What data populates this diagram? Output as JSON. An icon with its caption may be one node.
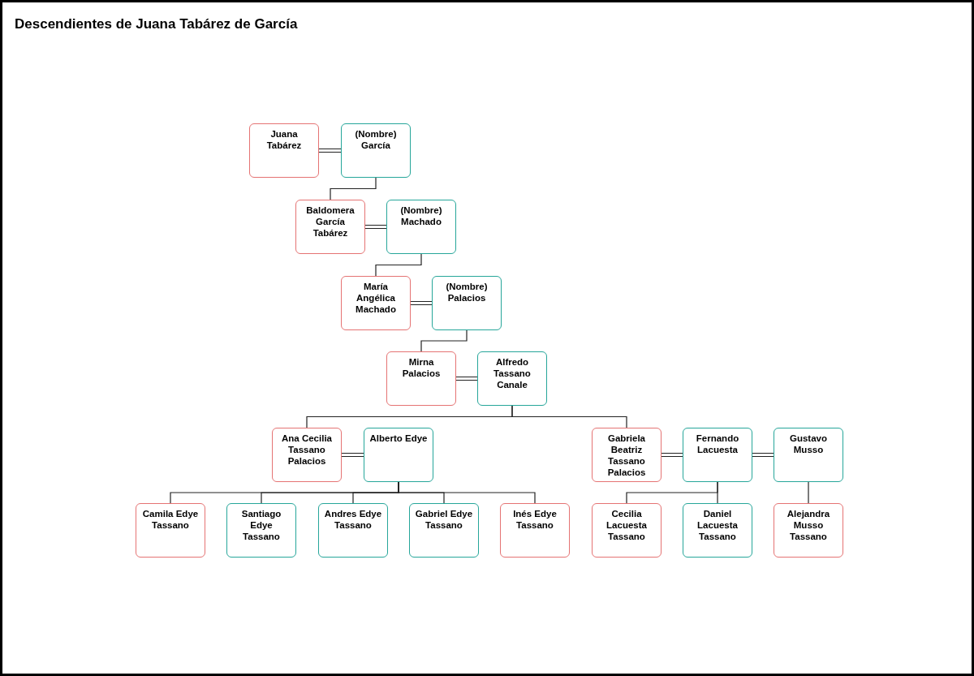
{
  "diagram": {
    "title": "Descendientes de Juana Tabárez de García",
    "nodes": [
      {
        "text": [
          "Juana Tabárez"
        ]
      },
      {
        "text": [
          "(Nombre) García"
        ]
      },
      {
        "text": [
          "Baldomera García Tabárez"
        ]
      },
      {
        "text": [
          "(Nombre) Machado"
        ]
      },
      {
        "text": [
          "María Angélica Machado"
        ]
      },
      {
        "text": [
          "(Nombre) Palacios"
        ]
      },
      {
        "text": [
          "Mirna Palacios"
        ]
      },
      {
        "text": [
          "Alfredo Tassano Canale"
        ]
      },
      {
        "text": [
          "Ana Cecilia Tassano Palacios"
        ]
      },
      {
        "text": [
          "Alberto Edye"
        ]
      },
      {
        "text": [
          "Gabriela Beatriz Tassano Palacios"
        ]
      },
      {
        "text": [
          "Fernando Lacuesta"
        ]
      },
      {
        "text": [
          "Gustavo Musso"
        ]
      },
      {
        "text": [
          "Camila Edye Tassano"
        ]
      },
      {
        "text": [
          "Santiago Edye Tassano"
        ]
      },
      {
        "text": [
          "Andres Edye Tassano"
        ]
      },
      {
        "text": [
          "Gabriel Edye Tassano"
        ]
      },
      {
        "text": [
          "Inés Edye Tassano"
        ]
      },
      {
        "text": [
          "Cecilia Lacuesta Tassano"
        ]
      },
      {
        "text": [
          "Daniel Lacuesta Tassano"
        ]
      },
      {
        "text": [
          "Alejandra Musso Tassano"
        ]
      }
    ],
    "edges": [
      {
        "from": 0,
        "to": 1,
        "arrow": "none"
      },
      {
        "from": 1,
        "to": 2,
        "arrow": "none"
      },
      {
        "from": 2,
        "to": 3,
        "arrow": "none"
      },
      {
        "from": 3,
        "to": 4,
        "arrow": "none"
      },
      {
        "from": 4,
        "to": 5,
        "arrow": "none"
      },
      {
        "from": 5,
        "to": 6,
        "arrow": "none"
      },
      {
        "from": 6,
        "to": 7,
        "arrow": "none"
      },
      {
        "from": 7,
        "to": 8,
        "arrow": "none"
      },
      {
        "from": 7,
        "to": 10,
        "arrow": "none"
      },
      {
        "from": 8,
        "to": 9,
        "arrow": "none"
      },
      {
        "from": 10,
        "to": 11,
        "arrow": "none"
      },
      {
        "from": 11,
        "to": 12,
        "arrow": "none"
      },
      {
        "from": 9,
        "to": 13,
        "arrow": "none"
      },
      {
        "from": 9,
        "to": 14,
        "arrow": "none"
      },
      {
        "from": 9,
        "to": 15,
        "arrow": "none"
      },
      {
        "from": 9,
        "to": 16,
        "arrow": "none"
      },
      {
        "from": 9,
        "to": 17,
        "arrow": "none"
      },
      {
        "from": 11,
        "to": 18,
        "arrow": "none"
      },
      {
        "from": 11,
        "to": 19,
        "arrow": "none"
      },
      {
        "from": 12,
        "to": 20,
        "arrow": "none"
      }
    ]
  }
}
